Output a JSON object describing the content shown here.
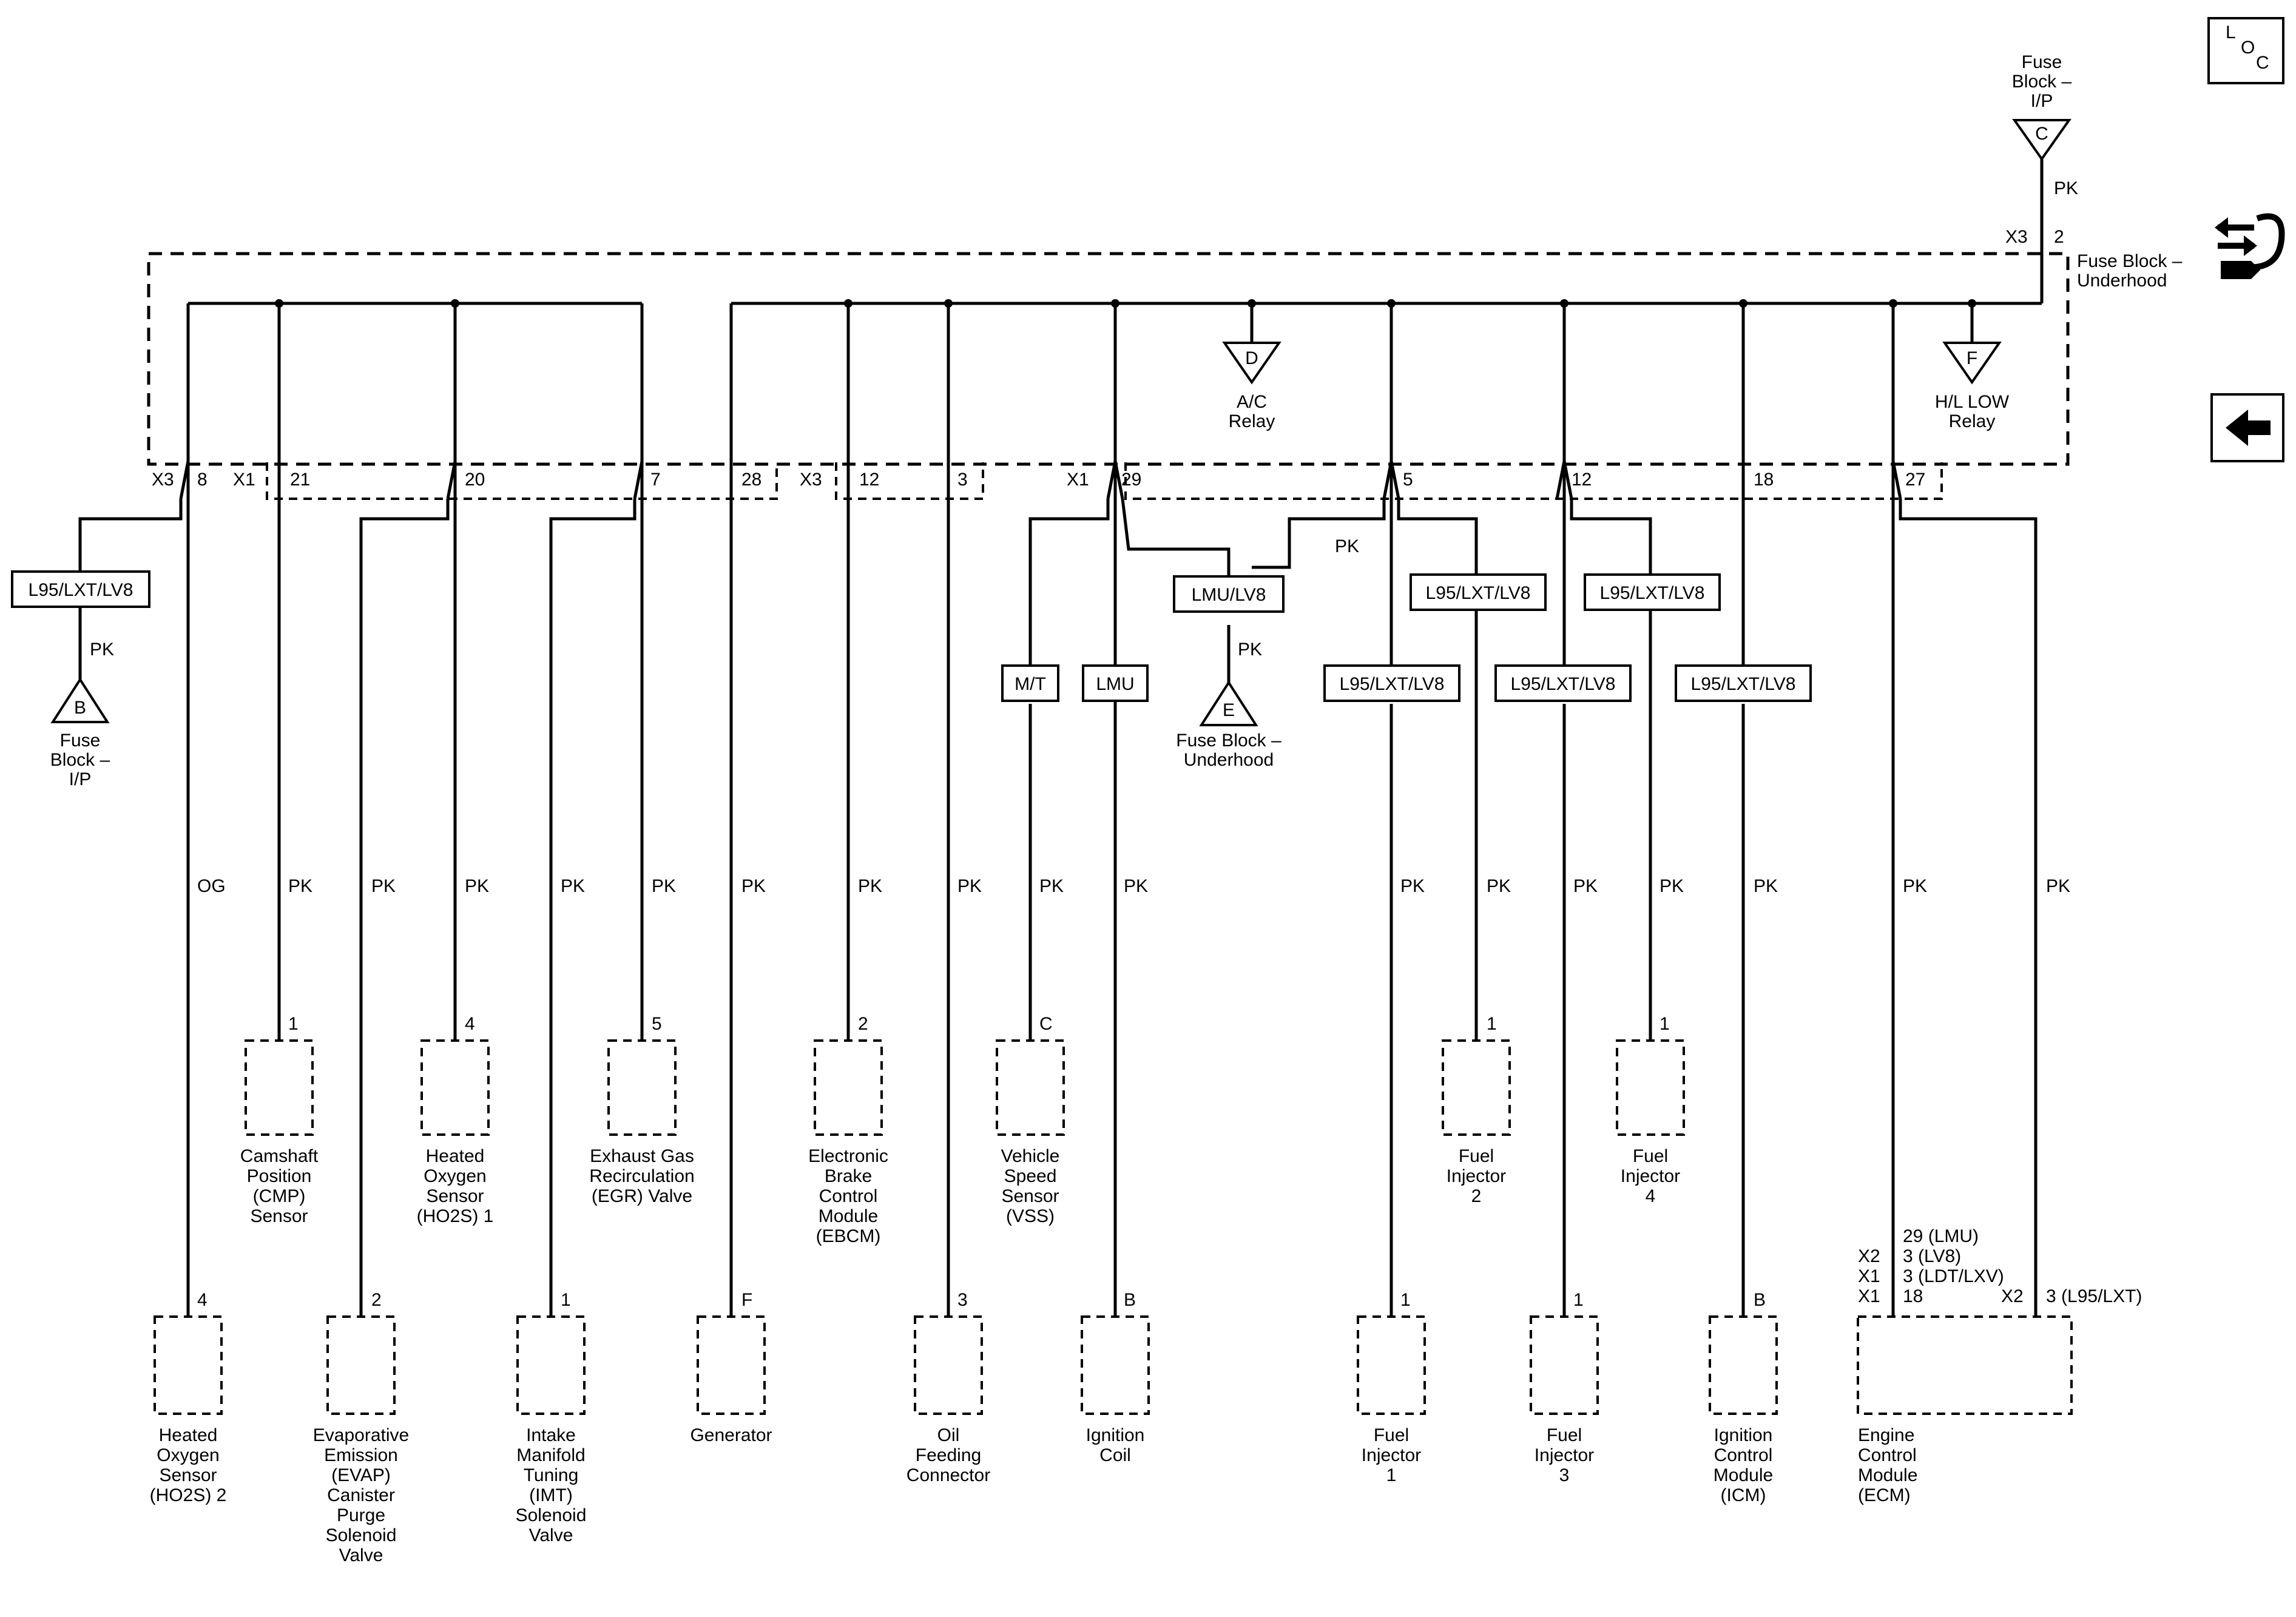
{
  "header": {
    "loc_letters": [
      "L",
      "O",
      "C"
    ],
    "fuse_ip_top_label": [
      "Fuse",
      "Block –",
      "I/P"
    ],
    "fuse_ip_top_letter": "C",
    "top_wire_color": "PK",
    "top_conn": "X3",
    "top_pin": "2",
    "underhood_label": [
      "Fuse Block –",
      "Underhood"
    ]
  },
  "relays": {
    "ac": {
      "letter": "D",
      "label": [
        "A/C",
        "Relay"
      ]
    },
    "hl": {
      "letter": "F",
      "label": [
        "H/L LOW",
        "Relay"
      ]
    }
  },
  "connectors": [
    "X3",
    "X1",
    "X3",
    "X1"
  ],
  "pins": [
    "8",
    "21",
    "20",
    "7",
    "28",
    "12",
    "3",
    "29",
    "5",
    "12",
    "18",
    "27"
  ],
  "left_branch": {
    "option": "L95/LXT/LV8",
    "wire": "PK",
    "letter": "B",
    "label": [
      "Fuse",
      "Block –",
      "I/P"
    ]
  },
  "mid_options": {
    "mt": "M/T",
    "lmu": "LMU",
    "lmu_lv8": "LMU/LV8",
    "pk_jump": "PK",
    "e_wire": "PK",
    "e_letter": "E",
    "e_label": [
      "Fuse Block –",
      "Underhood"
    ]
  },
  "right_options": [
    "L95/LXT/LV8",
    "L95/LXT/LV8",
    "L95/LXT/LV8",
    "L95/LXT/LV8",
    "L95/LXT/LV8"
  ],
  "wire_colors": [
    "OG",
    "PK",
    "PK",
    "PK",
    "PK",
    "PK",
    "PK",
    "PK",
    "PK",
    "PK",
    "PK",
    "PK",
    "PK",
    "PK",
    "PK",
    "PK",
    "PK",
    "PK"
  ],
  "upper_components": [
    {
      "pin": "1",
      "label": [
        "Camshaft",
        "Position",
        "(CMP)",
        "Sensor"
      ]
    },
    {
      "pin": "4",
      "label": [
        "Heated",
        "Oxygen",
        "Sensor",
        "(HO2S) 1"
      ]
    },
    {
      "pin": "5",
      "label": [
        "Exhaust Gas",
        "Recirculation",
        "(EGR) Valve"
      ]
    },
    {
      "pin": "2",
      "label": [
        "Electronic",
        "Brake",
        "Control",
        "Module",
        "(EBCM)"
      ]
    },
    {
      "pin": "C",
      "label": [
        "Vehicle",
        "Speed",
        "Sensor",
        "(VSS)"
      ]
    },
    {
      "pin": "1",
      "label": [
        "Fuel",
        "Injector",
        "2"
      ]
    },
    {
      "pin": "1",
      "label": [
        "Fuel",
        "Injector",
        "4"
      ]
    }
  ],
  "lower_components": [
    {
      "pin": "4",
      "label": [
        "Heated",
        "Oxygen",
        "Sensor",
        "(HO2S) 2"
      ]
    },
    {
      "pin": "2",
      "label": [
        "Evaporative",
        "Emission",
        "(EVAP)",
        "Canister",
        "Purge",
        "Solenoid",
        "Valve"
      ]
    },
    {
      "pin": "1",
      "label": [
        "Intake",
        "Manifold",
        "Tuning",
        "(IMT)",
        "Solenoid",
        "Valve"
      ]
    },
    {
      "pin": "F",
      "label": [
        "Generator"
      ]
    },
    {
      "pin": "3",
      "label": [
        "Oil",
        "Feeding",
        "Connector"
      ]
    },
    {
      "pin": "B",
      "label": [
        "Ignition",
        "Coil"
      ]
    },
    {
      "pin": "1",
      "label": [
        "Fuel",
        "Injector",
        "1"
      ]
    },
    {
      "pin": "1",
      "label": [
        "Fuel",
        "Injector",
        "3"
      ]
    },
    {
      "pin": "B",
      "label": [
        "Ignition",
        "Control",
        "Module",
        "(ICM)"
      ]
    }
  ],
  "ecm": {
    "pin_lines": [
      "29 (LMU)",
      "3 (LV8)",
      "3 (LDT/LXV)",
      "18"
    ],
    "conn_labels": [
      "X2",
      "X1",
      "X1"
    ],
    "right_conn": "X2",
    "right_pin": "3 (L95/LXT)",
    "label": [
      "Engine",
      "Control",
      "Module",
      "(ECM)"
    ]
  },
  "nav": {
    "connector_icon": "wiring-connector-icon",
    "back_icon": "back-arrow-icon"
  }
}
